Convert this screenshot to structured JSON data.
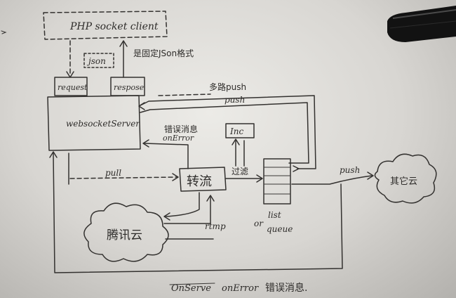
{
  "nodes": {
    "php_client": "PHP socket client",
    "json_box": "json",
    "request": "request",
    "response": "respose",
    "websocket_server": "websocketServer",
    "converter": "转流",
    "inc": "Inc",
    "tencent": "腾讯云",
    "other_cloud": "其它云",
    "list_queue_or": "or",
    "list_queue_1": "list",
    "list_queue_2": "queue"
  },
  "labels": {
    "fixed_json": "是固定JSon格式",
    "multi_push_1": "多路push",
    "multi_push_2": "push",
    "error_msg": "错误消息",
    "onerror": "onError",
    "pull": "pull",
    "filter": "过滤",
    "push_out": "push",
    "rtmp": "rtmp",
    "bottom_onserve": "OnServe",
    "bottom_onerror": "onError",
    "bottom_error_msg": "错误消息."
  },
  "colors": {
    "ink": "#33312f",
    "paper": "#e4e2de",
    "marker": "#111111"
  }
}
